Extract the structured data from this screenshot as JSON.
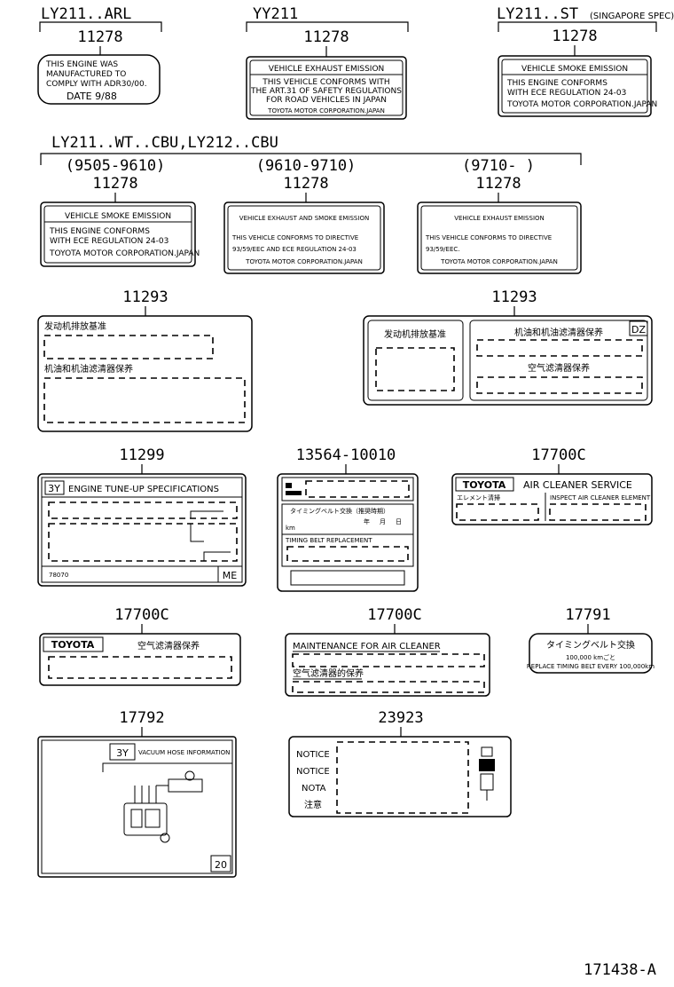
{
  "groups": {
    "g1": "LY211..ARL",
    "g2": "YY211",
    "g3": "LY211..ST",
    "g3_note": "(SINGAPORE SPEC)",
    "g4": "LY211..WT..CBU,LY212..CBU"
  },
  "periods": {
    "p1": "(9505-9610)",
    "p2": "(9610-9710)",
    "p3": "(9710-     )"
  },
  "parts": {
    "a": "11278",
    "b": "11278",
    "c": "11278",
    "d": "11278",
    "e": "11278",
    "f": "11278",
    "g": "11293",
    "h": "11293",
    "i": "11299",
    "j": "13564-10010",
    "k": "17700C",
    "l": "17700C",
    "m": "17700C",
    "n": "17791",
    "o": "17792",
    "p": "23923"
  },
  "labels": {
    "adr": [
      "THIS ENGINE WAS",
      "MANUFACTURED TO",
      "COMPLY WITH ADR30/00.",
      "DATE 9/88"
    ],
    "yy": [
      "VEHICLE EXHAUST EMISSION",
      "THIS VEHICLE CONFORMS WITH",
      "THE ART.31 OF SAFETY REGULATIONS",
      "FOR ROAD VEHICLES IN JAPAN",
      "TOYOTA MOTOR CORPORATION.JAPAN"
    ],
    "st": [
      "VEHICLE SMOKE EMISSION",
      "THIS ENGINE CONFORMS",
      "WITH ECE REGULATION 24-03",
      "TOYOTA MOTOR CORPORATION.JAPAN"
    ],
    "p1": [
      "VEHICLE SMOKE EMISSION",
      "THIS ENGINE CONFORMS",
      "WITH ECE REGULATION 24-03",
      "TOYOTA MOTOR CORPORATION.JAPAN"
    ],
    "p2": [
      "VEHICLE EXHAUST AND SMOKE EMISSION",
      "THIS VEHICLE CONFORMS TO DIRECTIVE",
      "93/59/EEC AND ECE REGULATION 24-03",
      "TOYOTA MOTOR CORPORATION.JAPAN"
    ],
    "p3": [
      "VEHICLE EXHAUST EMISSION",
      "THIS VEHICLE CONFORMS TO DIRECTIVE",
      "93/59/EEC.",
      "TOYOTA MOTOR CORPORATION.JAPAN"
    ],
    "cn1": [
      "发动机排放基准",
      "机油和机油滤清器保养"
    ],
    "cn2": [
      "发动机排放基准",
      "机油和机油滤清器保养",
      "空气滤清器保养",
      "DZ"
    ],
    "tuneup": [
      "3Y",
      "ENGINE TUNE-UP SPECIFICATIONS",
      "78070",
      "ME"
    ],
    "timing": [
      "タイミングベルト交換（推奨時期）",
      "TIMING BELT REPLACEMENT",
      "年",
      "月",
      "日",
      "km"
    ],
    "aircl1": [
      "TOYOTA",
      "AIR CLEANER SERVICE",
      "エレメント清掃",
      "INSPECT AIR CLEANER ELEMENT"
    ],
    "aircl2": [
      "TOYOTA",
      "空气滤清器保养"
    ],
    "aircl3": [
      "MAINTENANCE FOR AIR CLEANER",
      "空气滤清器的保养"
    ],
    "belt": [
      "タイミングベルト交換",
      "100,000 kmごと",
      "REPLACE TIMING BELT EVERY 100,000km"
    ],
    "vacuum": [
      "3Y",
      "VACUUM HOSE INFORMATION",
      "20"
    ],
    "notice": [
      "NOTICE",
      "NOTICE",
      "NOTA",
      "注意"
    ]
  },
  "figure_id": "171438-A"
}
